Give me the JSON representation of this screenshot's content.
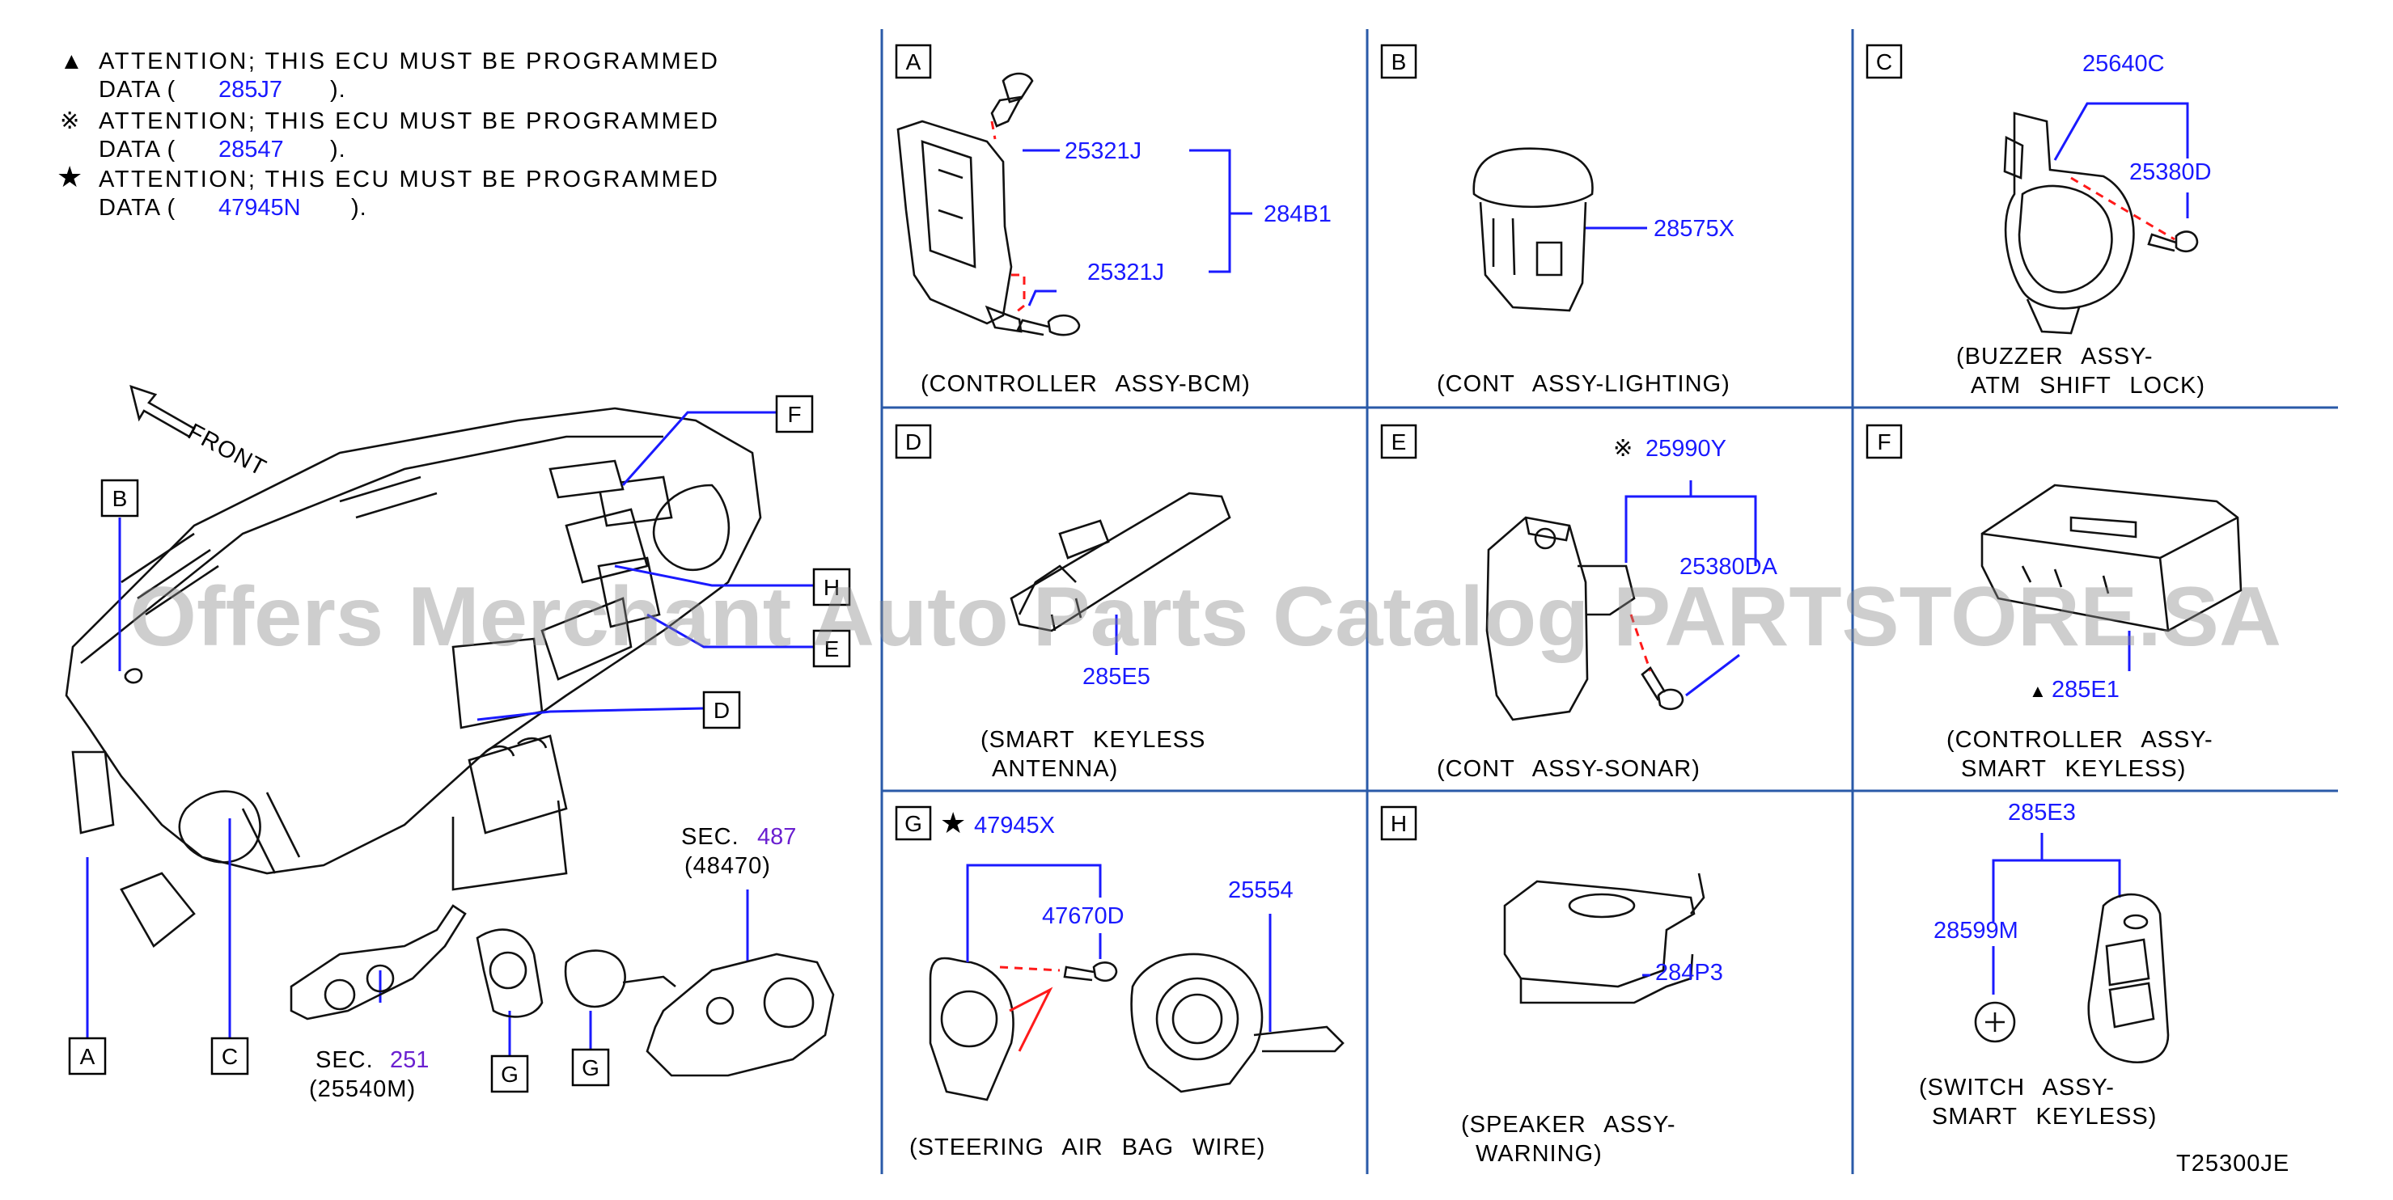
{
  "notes": [
    {
      "symbol": "▲",
      "line1": "ATTENTION; THIS ECU MUST BE PROGRAMMED",
      "line2_prefix": "DATA (",
      "code": "285J7",
      "line2_suffix": ")."
    },
    {
      "symbol": "※",
      "line1": "ATTENTION; THIS ECU MUST BE PROGRAMMED",
      "line2_prefix": "DATA (",
      "code": "28547",
      "line2_suffix": ")."
    },
    {
      "symbol": "★",
      "line1": "ATTENTION; THIS ECU MUST BE PROGRAMMED",
      "line2_prefix": "DATA (",
      "code": "47945N",
      "line2_suffix": ")."
    }
  ],
  "front_label": "FRONT",
  "dash_callouts": [
    "A",
    "B",
    "C",
    "D",
    "E",
    "F",
    "G",
    "G",
    "H"
  ],
  "sec_251": {
    "prefix": "SEC.",
    "num": "251",
    "sub": "(25540M)"
  },
  "sec_487": {
    "prefix": "SEC.",
    "num": "487",
    "sub": "(48470)"
  },
  "watermark": "Offers Merchant Auto Parts Catalog PARTSTORE.SA",
  "panels": {
    "A": {
      "label": "A",
      "parts": [
        "25321J",
        "25321J",
        "284B1"
      ],
      "caption": "(CONTROLLER ASSY-BCM)"
    },
    "B": {
      "label": "B",
      "parts": [
        "28575X"
      ],
      "caption": "(CONT ASSY-LIGHTING)"
    },
    "C": {
      "label": "C",
      "parts": [
        "25640C",
        "25380D"
      ],
      "caption1": "(BUZZER ASSY-",
      "caption2": "ATM SHIFT LOCK)"
    },
    "D": {
      "label": "D",
      "parts": [
        "285E5"
      ],
      "caption1": "(SMART KEYLESS",
      "caption2": "ANTENNA)"
    },
    "E": {
      "label": "E",
      "mark": "※",
      "parts": [
        "25990Y",
        "25380DA"
      ],
      "caption": "(CONT ASSY-SONAR)"
    },
    "F": {
      "label": "F",
      "mark": "▲",
      "parts": [
        "285E1"
      ],
      "caption1": "(CONTROLLER ASSY-",
      "caption2": "SMART KEYLESS)"
    },
    "G": {
      "label": "G",
      "mark": "★",
      "parts": [
        "47945X",
        "47670D",
        "25554"
      ],
      "caption": "(STEERING AIR BAG WIRE)"
    },
    "H": {
      "label": "H",
      "parts": [
        "284P3"
      ],
      "caption1": "(SPEAKER ASSY-",
      "caption2": "WARNING)"
    },
    "I": {
      "parts": [
        "285E3",
        "28599M"
      ],
      "caption1": "(SWITCH ASSY-",
      "caption2": "SMART KEYLESS)"
    }
  },
  "diagram_code": "T25300JE"
}
